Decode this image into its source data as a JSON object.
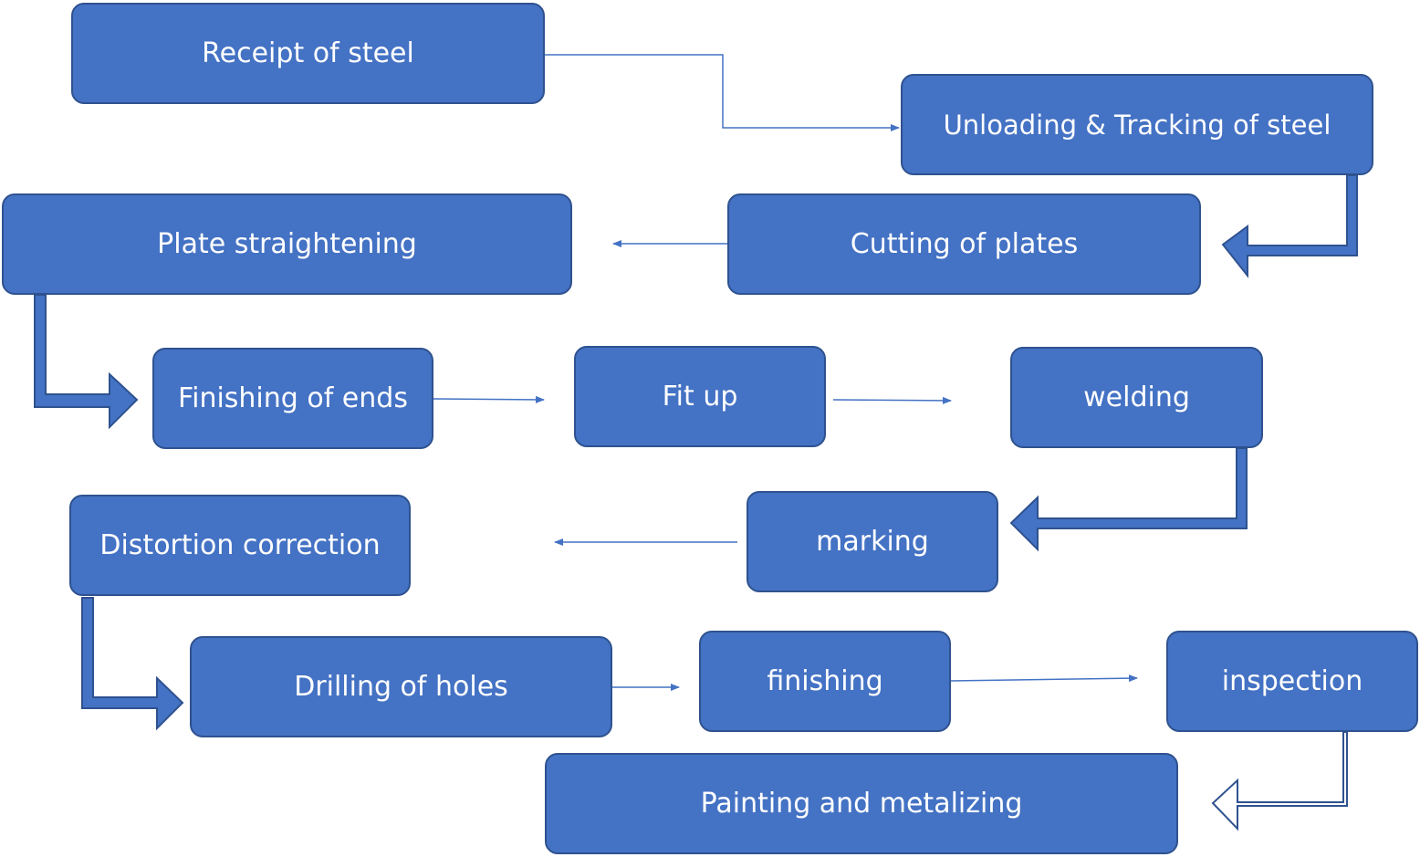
{
  "diagram": {
    "steps": {
      "receipt": "Receipt of steel",
      "unloading": "Unloading & Tracking of steel",
      "cutting": "Cutting of plates",
      "straightening": "Plate straightening",
      "finishing_ends": "Finishing of ends",
      "fit_up": "Fit up",
      "welding": "welding",
      "marking": "marking",
      "distortion": "Distortion correction",
      "drilling": "Drilling of holes",
      "finishing": "finishing",
      "inspection": "inspection",
      "painting": "Painting and metalizing"
    },
    "colors": {
      "box_fill": "#4472c4",
      "box_border": "#2f528f",
      "text": "#ffffff",
      "connector": "#4472c4"
    },
    "flow_order": [
      "receipt",
      "unloading",
      "cutting",
      "straightening",
      "finishing_ends",
      "fit_up",
      "welding",
      "marking",
      "distortion",
      "drilling",
      "finishing",
      "inspection",
      "painting"
    ]
  }
}
